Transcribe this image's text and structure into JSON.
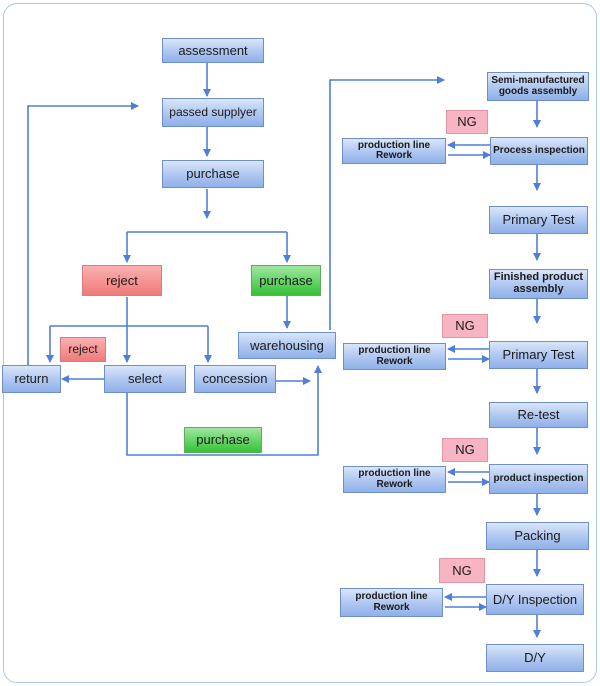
{
  "left": {
    "assessment": "assessment",
    "passed_supplier": "passed supplyer",
    "purchase_1": "purchase",
    "reject_1": "reject",
    "purchase_green_1": "purchase",
    "reject_2": "reject",
    "warehousing": "warehousing",
    "return": "return",
    "select": "select",
    "concession": "concession",
    "purchase_green_2": "purchase"
  },
  "right": {
    "semi_assembly": "Semi-manufactured goods assembly",
    "ng_1": "NG",
    "rework_1": "production line Rework",
    "process_inspection": "Process inspection",
    "primary_test_1": "Primary Test",
    "finished_assembly": "Finished product assembly",
    "ng_2": "NG",
    "rework_2": "production line Rework",
    "primary_test_2": "Primary Test",
    "retest": "Re-test",
    "ng_3": "NG",
    "rework_3": "production line Rework",
    "product_inspection": "product inspection",
    "packing": "Packing",
    "ng_4": "NG",
    "rework_4": "production line Rework",
    "dy_inspection": "D/Y Inspection",
    "dy": "D/Y"
  },
  "colors": {
    "line": "#4f7fd6",
    "box_blue": "#b5cbf1",
    "box_red": "#ef7a7a",
    "box_green": "#35c235",
    "box_ng": "#f7b4c2",
    "frame": "#a9c8e8"
  }
}
